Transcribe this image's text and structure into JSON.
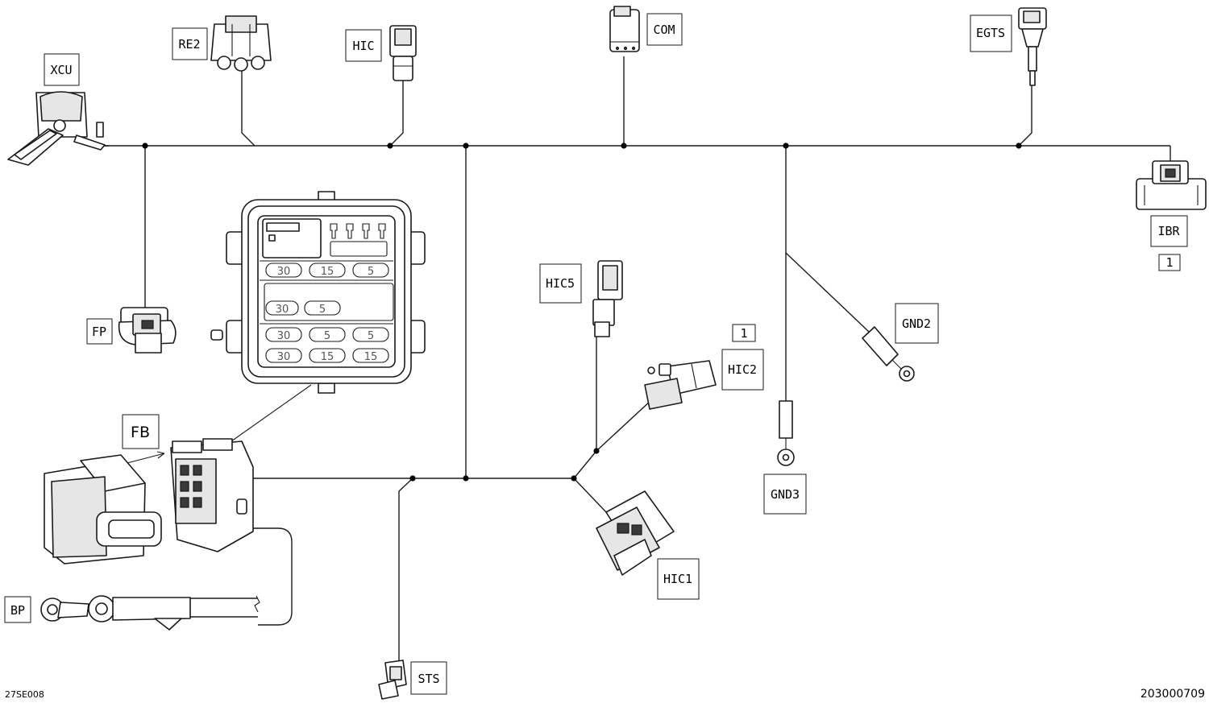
{
  "labels": {
    "xcu": "XCU",
    "re2": "RE2",
    "hic": "HIC",
    "com": "COM",
    "egts": "EGTS",
    "ibr": "IBR",
    "ibr_ref": "1",
    "hic5": "HIC5",
    "fp": "FP",
    "hic2": "HIC2",
    "hic2_ref": "1",
    "gnd2": "GND2",
    "gnd3": "GND3",
    "fb": "FB",
    "bp": "BP",
    "hic1": "HIC1",
    "sts": "STS"
  },
  "fuse_box": {
    "row1": [
      "30",
      "15",
      "5"
    ],
    "row2": [
      "30",
      "5"
    ],
    "row3_top": [
      "30",
      "5",
      "5"
    ],
    "row3_bottom": [
      "30",
      "15",
      "15"
    ]
  },
  "footer": {
    "left_code": "27SE008",
    "right_code": "203000709"
  },
  "colors": {
    "line": "#1a1a1a",
    "background": "#ffffff"
  }
}
